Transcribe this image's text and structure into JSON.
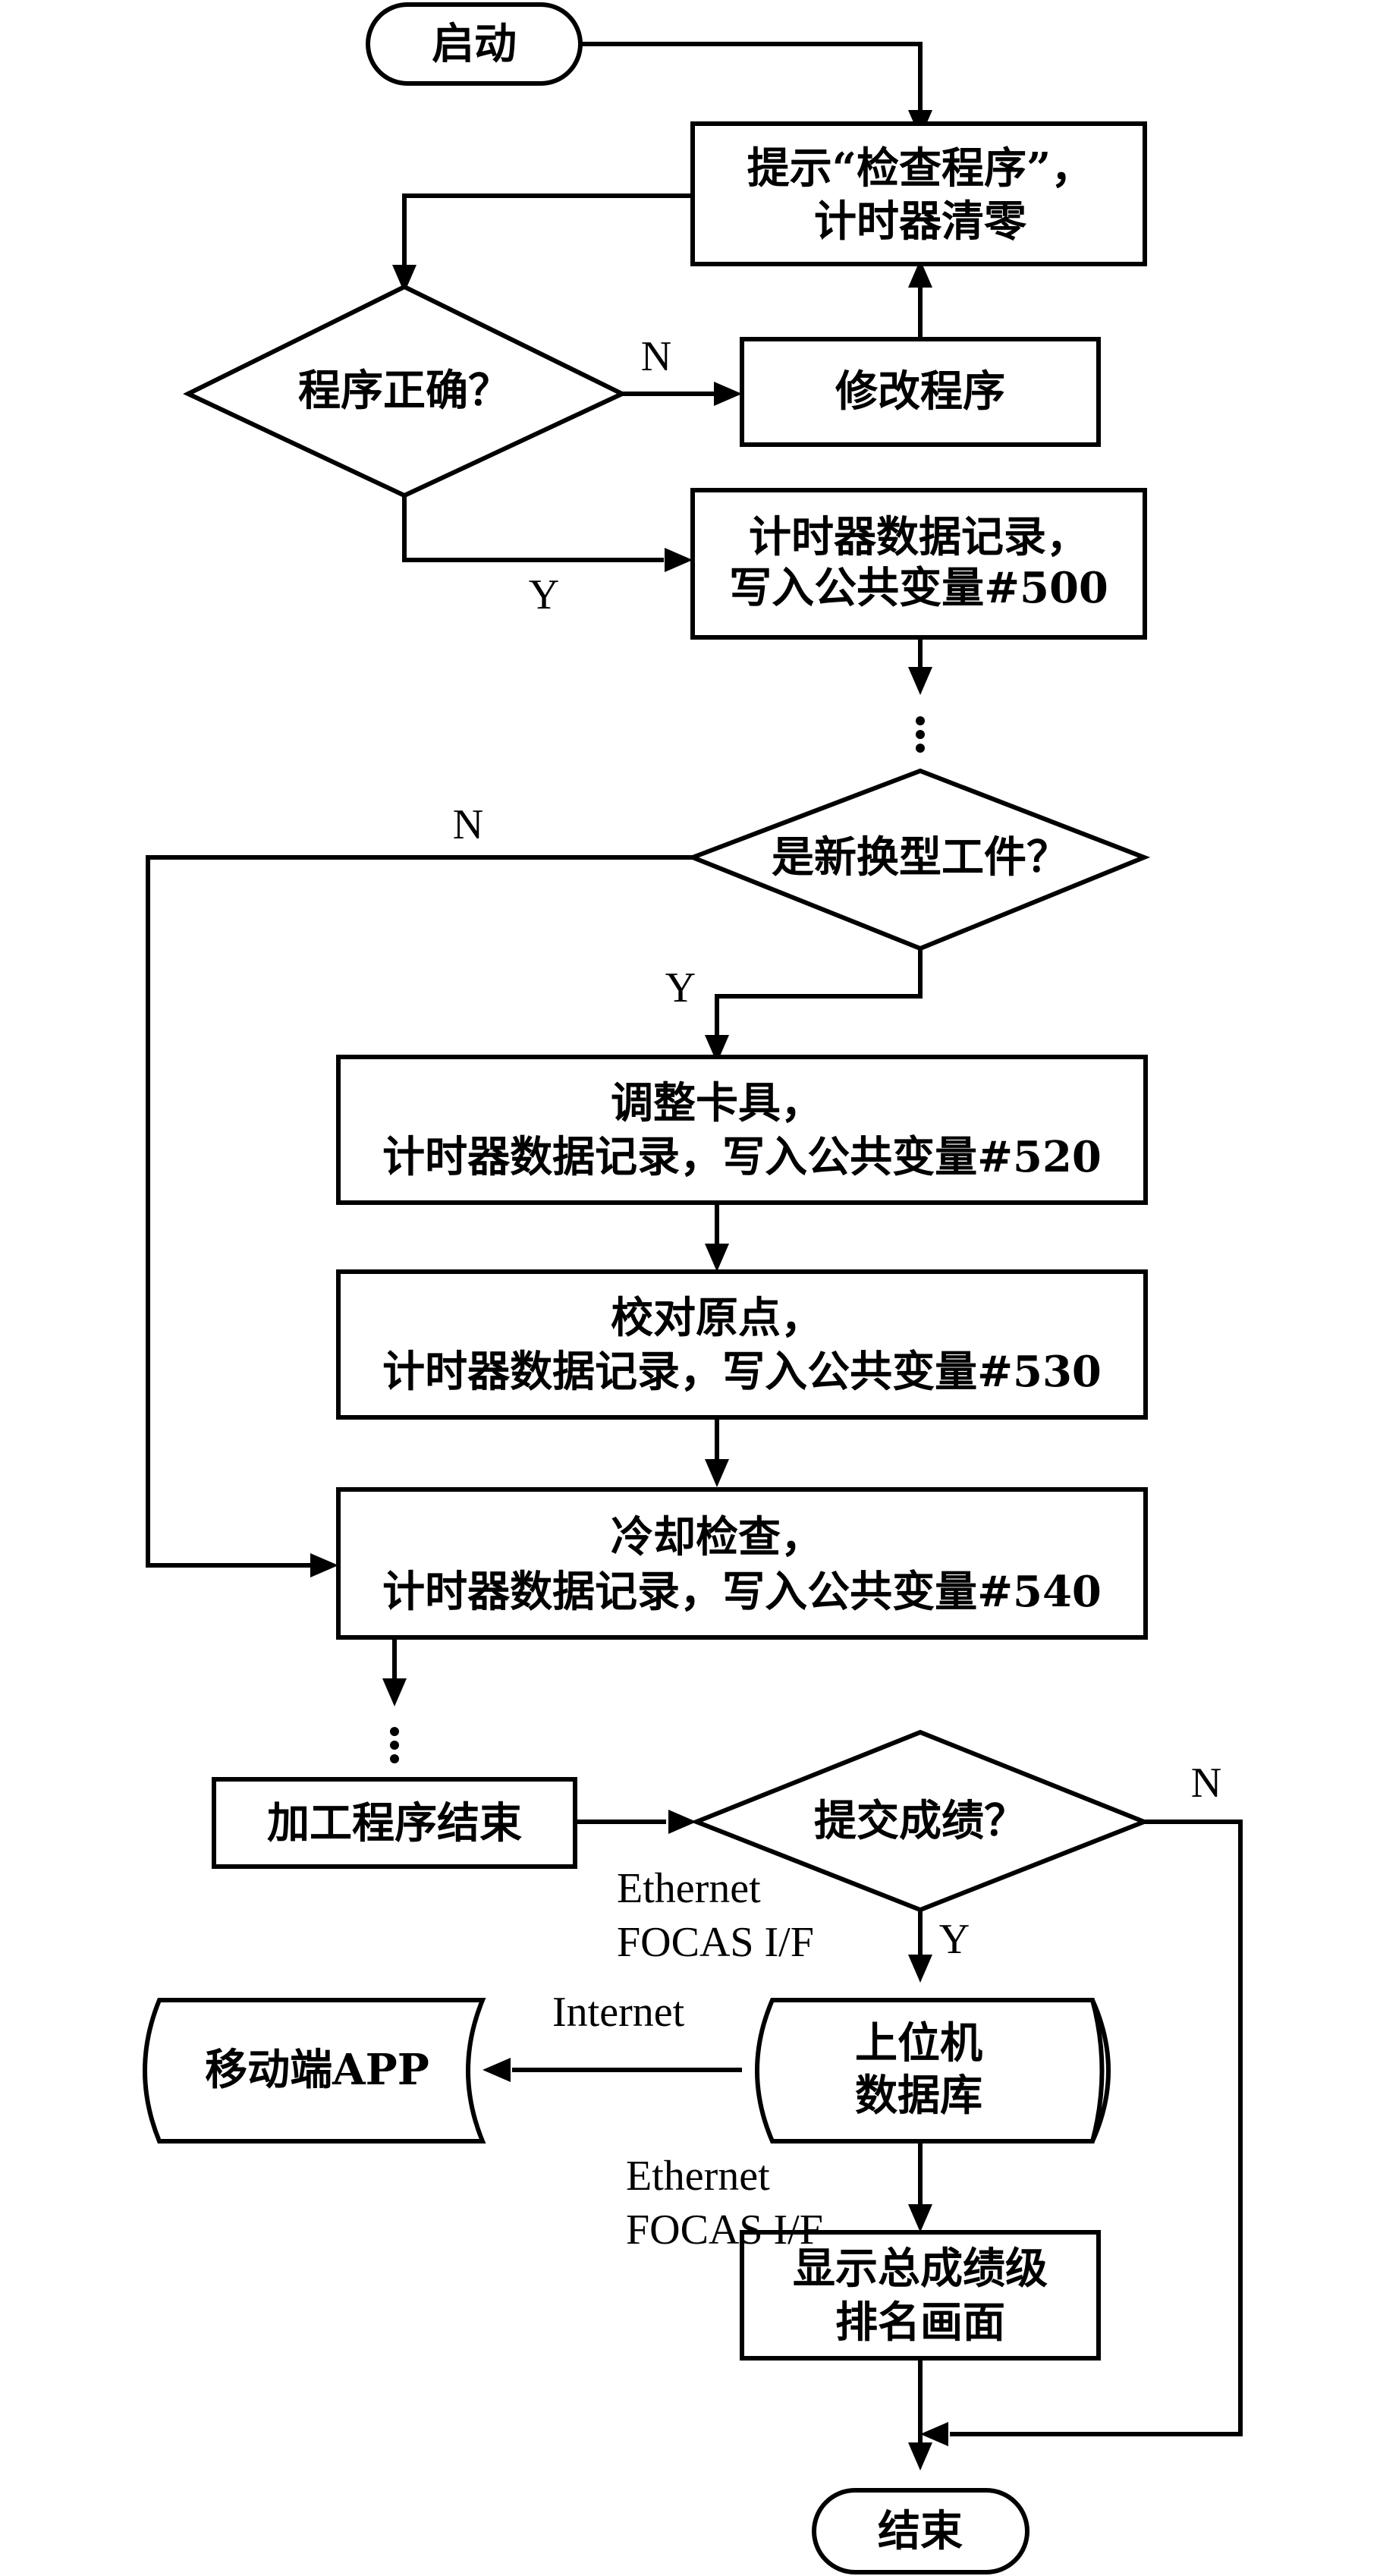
{
  "nodes": {
    "start": "启动",
    "prompt": [
      "提示“检查程序”，",
      "计时器清零"
    ],
    "check_program": "程序正确？",
    "modify_program": "修改程序",
    "record_500": [
      "计时器数据记录，",
      "写入公共变量#500"
    ],
    "new_workpiece": "是新换型工件？",
    "adjust_fixture": [
      "调整卡具，",
      "计时器数据记录，写入公共变量#520"
    ],
    "calibrate_origin": [
      "校对原点，",
      "计时器数据记录，写入公共变量#530"
    ],
    "cooling_check": [
      "冷却检查，",
      "计时器数据记录，写入公共变量#540"
    ],
    "program_end": "加工程序结束",
    "submit_score": "提交成绩？",
    "host_db": [
      "上位机",
      "数据库"
    ],
    "mobile_app": "移动端APP",
    "display_rank": [
      "显示总成绩级",
      "排名画面"
    ],
    "end": "结束"
  },
  "labels": {
    "n1": "N",
    "y1": "Y",
    "n2": "N",
    "y2": "Y",
    "n3": "N",
    "y3": "Y",
    "ethernet1": [
      "Ethernet",
      "FOCAS I/F"
    ],
    "internet": "Internet",
    "ethernet2": [
      "Ethernet",
      "FOCAS I/F"
    ]
  }
}
